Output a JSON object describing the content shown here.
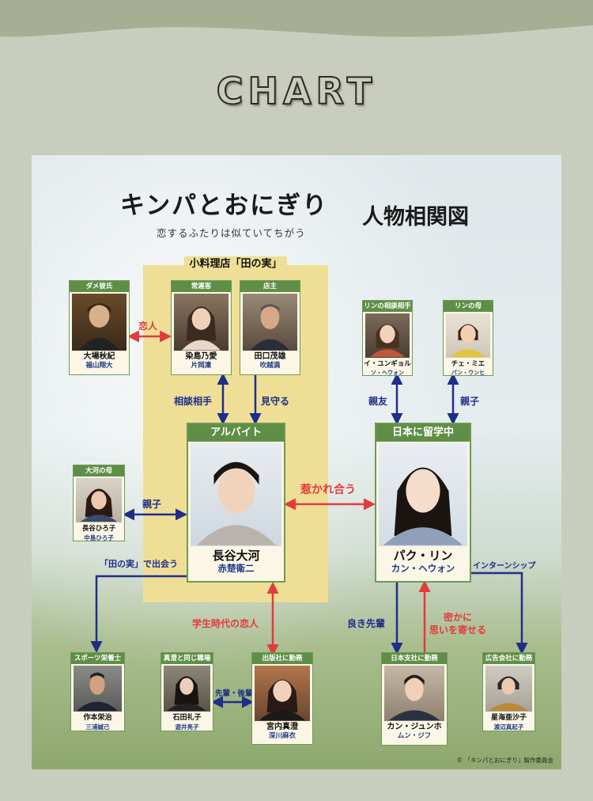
{
  "heading": "CHART",
  "title": {
    "main": "キンパとおにぎり",
    "sub": "人物相関図",
    "tagline": "恋するふたりは似ていてちがう"
  },
  "group_label": "小料理店「田の実」",
  "cards": {
    "ohba": {
      "role": "ダメ彼氏",
      "name": "大場秋紀",
      "actor": "福山翔大"
    },
    "someshima": {
      "role": "常連客",
      "name": "染島乃愛",
      "actor": "片岡凜"
    },
    "taguchi": {
      "role": "店主",
      "name": "田口茂雄",
      "actor": "吹越満"
    },
    "eunji": {
      "role": "リンの相談相手",
      "name": "イ・ユンギョル",
      "actor": "ソ・ヘウォン"
    },
    "mie": {
      "role": "リンの母",
      "name": "チェ・ミエ",
      "actor": "パン・ウンヒ"
    },
    "hiroko": {
      "role": "大河の母",
      "name": "長谷ひろ子",
      "actor": "中島ひろ子"
    },
    "taiga": {
      "role": "アルバイト",
      "name": "長谷大河",
      "actor": "赤楚衛二"
    },
    "rin": {
      "role": "日本に留学中",
      "name": "パク・リン",
      "actor": "カン・ヘウォン"
    },
    "sakumoto": {
      "role": "スポーツ栄養士",
      "name": "作本栄治",
      "actor": "三浦誠己"
    },
    "ishida": {
      "role": "真澄と同じ職場",
      "name": "石田礼子",
      "actor": "遊井亮子"
    },
    "miyauchi": {
      "role": "出版社に勤務",
      "name": "宮内真澄",
      "actor": "深川麻衣"
    },
    "junho": {
      "role": "日本支社に勤務",
      "name": "カン・ジュンホ",
      "actor": "ムン・ジフ"
    },
    "hoshimi": {
      "role": "広告会社に勤務",
      "name": "星海亜沙子",
      "actor": "渡辺真起子"
    }
  },
  "relations": {
    "lovers": "恋人",
    "consult": "相談相手",
    "watch": "見守る",
    "best_friend": "親友",
    "parent_rin": "親子",
    "parent_taiga": "親子",
    "attracted": "惹かれ合う",
    "met_at": "「田の実」で出会う",
    "intern": "インターンシップ",
    "ex_lover": "学生時代の恋人",
    "senior": "良き先輩",
    "secret_love": "密かに\n思いを寄せる",
    "senpai_kohai": "先輩・後輩"
  },
  "copyright": "© 「キンパとおにぎり」製作委員会",
  "colors": {
    "background": "#c9cdbd",
    "card_green": "#5f8f47",
    "yellow_box": "#efde96",
    "red": "#e23b3b",
    "blue": "#1e2e8a"
  }
}
